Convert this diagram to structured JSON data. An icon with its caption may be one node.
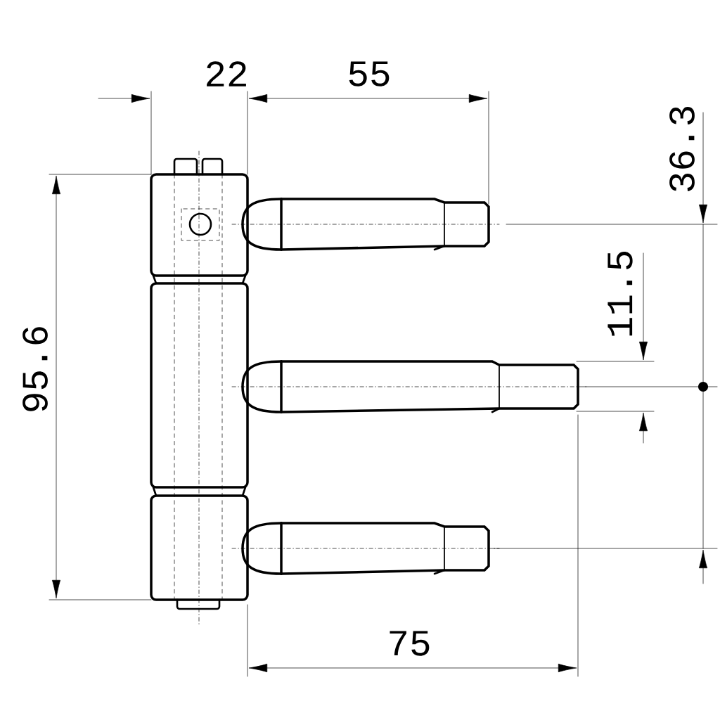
{
  "diagram": {
    "labels": [
      "22",
      "55",
      "36.3",
      "11.5",
      "95.6",
      "75"
    ]
  }
}
